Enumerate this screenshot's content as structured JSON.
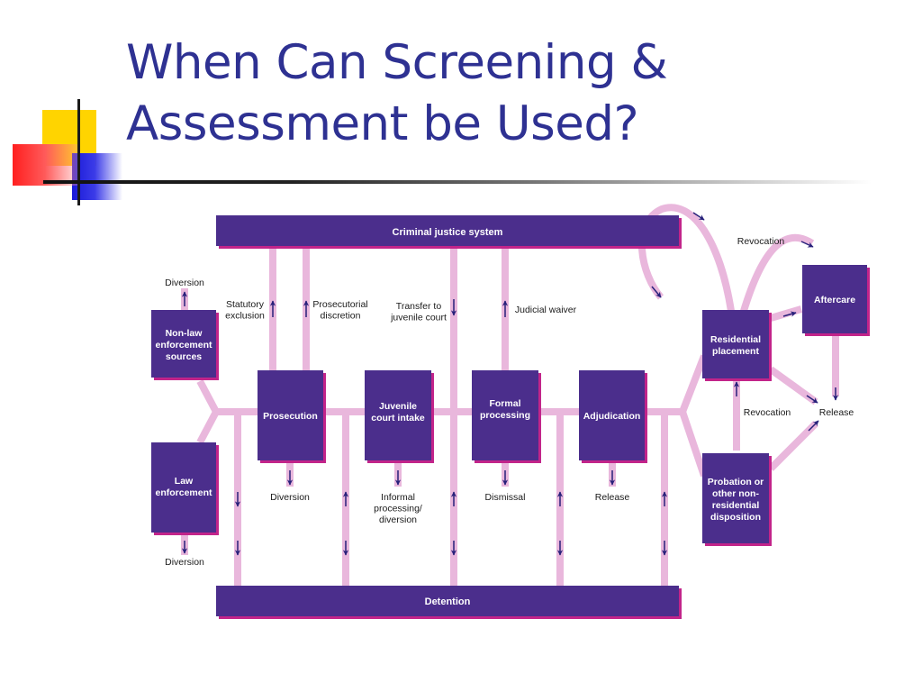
{
  "slide": {
    "title_line1": "When Can Screening &",
    "title_line2": "Assessment be Used?"
  },
  "colors": {
    "title": "#2e3192",
    "box_fill": "#4b2e8c",
    "box_shadow": "#c2248a",
    "pipe": "#e9b7dc",
    "arrowhead": "#27207a",
    "deco_yellow": "#ffd400",
    "deco_blue": "#2424e0",
    "deco_red": "#ff2a2a"
  },
  "diagram": {
    "boxes": {
      "criminal_justice": "Criminal justice system",
      "detention": "Detention",
      "non_law": [
        "Non-law",
        "enforcement",
        "sources"
      ],
      "law_enforcement": [
        "Law",
        "enforcement"
      ],
      "prosecution": [
        "Prosecution"
      ],
      "juvenile_intake": [
        "Juvenile",
        "court intake"
      ],
      "formal_processing": [
        "Formal",
        "processing"
      ],
      "adjudication": [
        "Adjudication"
      ],
      "residential": [
        "Residential",
        "placement"
      ],
      "aftercare": [
        "Aftercare"
      ],
      "probation": [
        "Probation or",
        "other non-",
        "residential",
        "disposition"
      ]
    },
    "labels": {
      "diversion_top": "Diversion",
      "diversion_bottom": "Diversion",
      "statutory": [
        "Statutory",
        "exclusion"
      ],
      "prosecutorial": [
        "Prosecutorial",
        "discretion"
      ],
      "transfer": [
        "Transfer to",
        "juvenile court"
      ],
      "judicial_waiver": "Judicial waiver",
      "pros_diversion": "Diversion",
      "informal": [
        "Informal",
        "processing/",
        "diversion"
      ],
      "dismissal": "Dismissal",
      "adj_release": "Release",
      "revocation_top": "Revocation",
      "revocation_mid": "Revocation",
      "release_right": "Release"
    }
  }
}
